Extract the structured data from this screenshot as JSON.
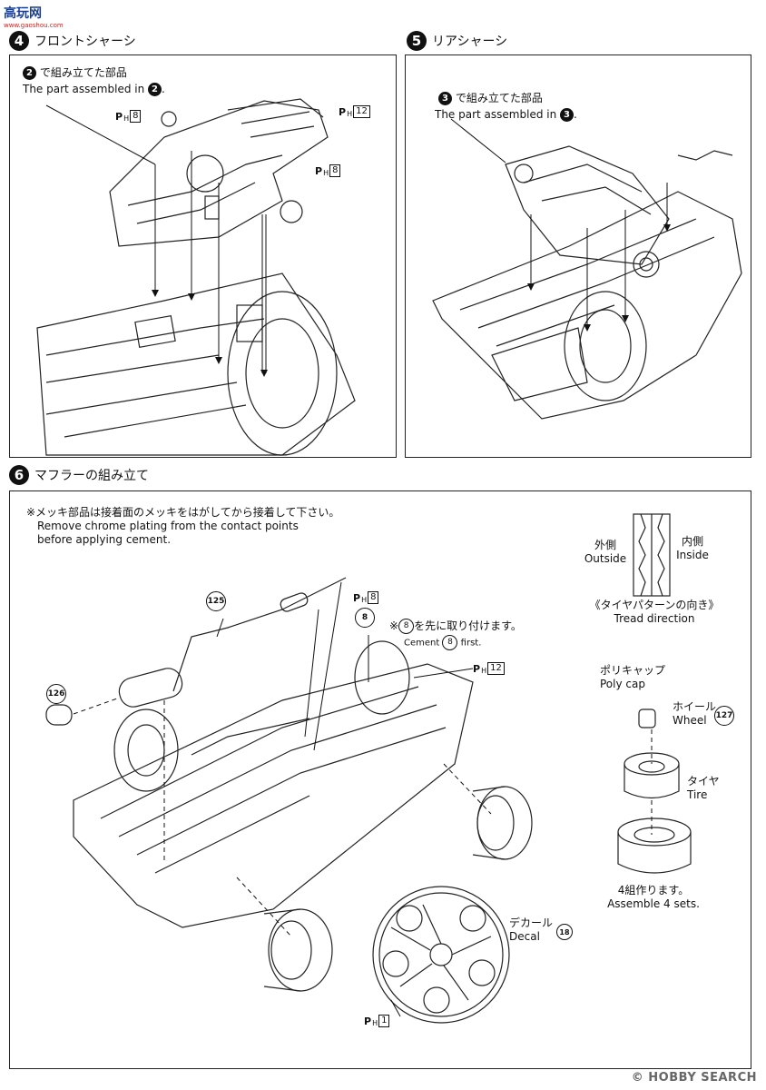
{
  "watermark_top": {
    "main": "高玩网",
    "sub": "www.gaoshou.com"
  },
  "watermark_bottom": "© HOBBY SEARCH",
  "steps": [
    {
      "num": "4",
      "title": "フロントシャーシ",
      "note_jp": "で組み立てた部品",
      "note_en": "The part assembled in",
      "note_ref": "2",
      "refs": [
        {
          "label": "8"
        },
        {
          "label": "12"
        },
        {
          "label": "8"
        }
      ]
    },
    {
      "num": "5",
      "title": "リアシャーシ",
      "note_jp": "で組み立てた部品",
      "note_en": "The part assembled in",
      "note_ref": "3"
    },
    {
      "num": "6",
      "title": "マフラーの組み立て",
      "chrome_jp": "※メッキ部品は接着面のメッキをはがしてから接着して下さい。",
      "chrome_en_1": "Remove chrome plating from the contact points",
      "chrome_en_2": "before applying cement.",
      "first_jp_pre": "※",
      "first_jp_post": "を先に取り付けます。",
      "first_en_pre": "Cement",
      "first_en_post": "first.",
      "first_ref": "8",
      "outside_jp": "外側",
      "outside_en": "Outside",
      "inside_jp": "内側",
      "inside_en": "Inside",
      "tread_jp": "《タイヤパターンの向き》",
      "tread_en": "Tread direction",
      "polycap_jp": "ポリキャップ",
      "polycap_en": "Poly cap",
      "wheel_jp": "ホイール",
      "wheel_en": "Wheel",
      "wheel_part": "127",
      "tire_jp": "タイヤ",
      "tire_en": "Tire",
      "sets_jp": "4組作ります。",
      "sets_en": "Assemble 4 sets.",
      "decal_jp": "デカール",
      "decal_en": "Decal",
      "decal_part": "18",
      "muffler_part": "125",
      "tip_part": "126",
      "part8": "8",
      "refs": [
        {
          "label": "8"
        },
        {
          "label": "12"
        },
        {
          "label": "1"
        }
      ]
    }
  ],
  "ref_prefix": "P",
  "ref_sub": "H"
}
